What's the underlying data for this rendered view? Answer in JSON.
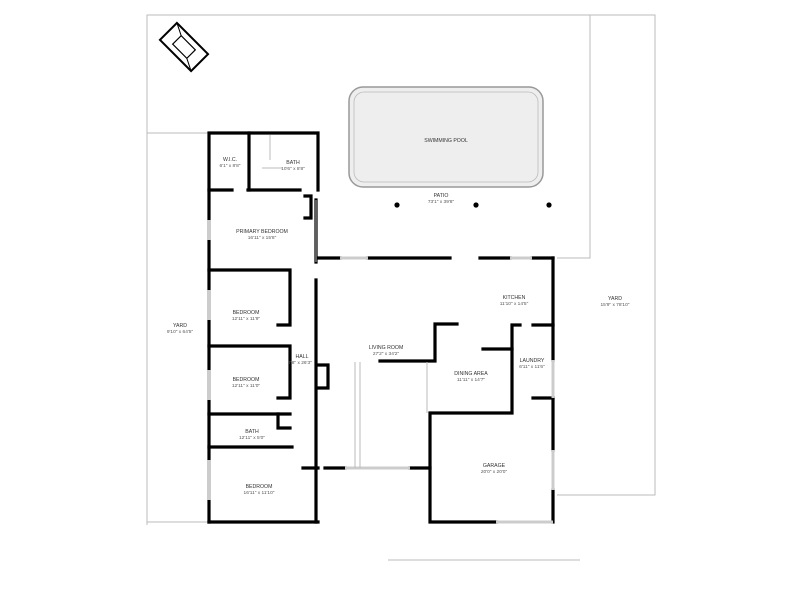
{
  "rooms": {
    "wic": {
      "name": "W.I.C.",
      "size": "6'1\" x 8'8\""
    },
    "bath1": {
      "name": "BATH",
      "size": "10'6\" x 8'8\""
    },
    "primary_bedroom": {
      "name": "PRIMARY BEDROOM",
      "size": "16'11\" x 15'8\""
    },
    "bedroom1": {
      "name": "BEDROOM",
      "size": "12'11\" x 11'9\""
    },
    "bedroom2": {
      "name": "BEDROOM",
      "size": "12'11\" x 11'0\""
    },
    "bath2": {
      "name": "BATH",
      "size": "12'11\" x 5'0\""
    },
    "bedroom3": {
      "name": "BEDROOM",
      "size": "16'11\" x 11'10\""
    },
    "hall": {
      "name": "HALL",
      "size": "7'8\" x 26'3\""
    },
    "yard_left": {
      "name": "YARD",
      "size": "9'10\" x 64'5\""
    },
    "swimming_pool": {
      "name": "SWIMMING POOL",
      "size": ""
    },
    "patio": {
      "name": "PATIO",
      "size": "73'1\" x 39'8\""
    },
    "kitchen": {
      "name": "KITCHEN",
      "size": "11'10\" x 14'5\""
    },
    "living_room": {
      "name": "LIVING ROOM",
      "size": "27'2\" x 34'2\""
    },
    "dining_area": {
      "name": "DINING AREA",
      "size": "11'11\" x 14'7\""
    },
    "laundry": {
      "name": "LAUNDRY",
      "size": "6'11\" x 11'6\""
    },
    "garage": {
      "name": "GARAGE",
      "size": "20'0\" x 20'0\""
    },
    "yard_right": {
      "name": "YARD",
      "size": "15'9\" x 78'10\""
    }
  },
  "colors": {
    "wall": "#000000",
    "pool": "#eeeeee",
    "window": "#cccccc",
    "boundary": "#bbbbbb"
  }
}
